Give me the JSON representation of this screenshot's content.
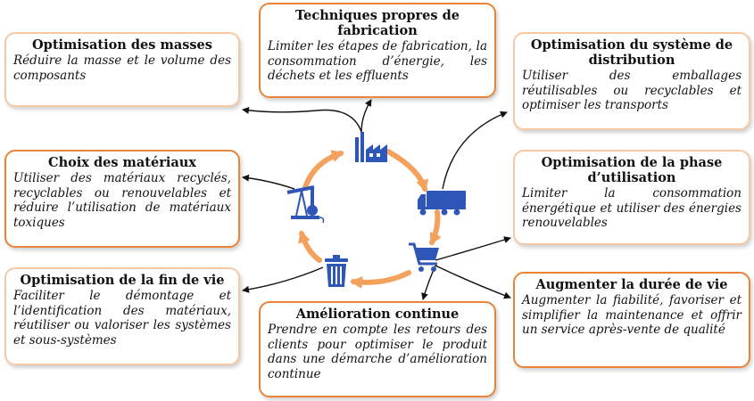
{
  "boxes": {
    "masses": {
      "title": "Optimisation des masses",
      "text": "Réduire la masse et le volume des composants"
    },
    "techniques": {
      "title": "Techniques propres de fabrication",
      "text": "Limiter les étapes de fabrication, la consommation d’énergie, les déchets et les effluents"
    },
    "distribution": {
      "title": "Optimisation du système de distribution",
      "text": "Utiliser des emballages réutilisables ou recyclables et optimiser les transports"
    },
    "materiaux": {
      "title": "Choix des matériaux",
      "text": "Utiliser des matériaux recyclés, recyclables ou renouvelables et réduire l’utilisation de matériaux toxiques"
    },
    "utilisation": {
      "title": "Optimisation de la phase d’utilisation",
      "text": "Limiter la consommation énergétique et utiliser des énergies renouvelables"
    },
    "fin_de_vie": {
      "title": "Optimisation de la fin de vie",
      "text": "Faciliter le démontage et l’identification des matériaux, réutiliser ou valoriser les systèmes et sous-systèmes"
    },
    "amelioration": {
      "title": "Amélioration continue",
      "text": "Prendre en compte les retours des clients pour optimiser le produit dans une démarche d’amélioration continue"
    },
    "duree_de_vie": {
      "title": "Augmenter la durée de vie",
      "text": "Augmenter la fiabilité, favoriser et simplifier la maintenance et offrir un service après-vente de qualité"
    }
  },
  "cycle_icons": [
    "factory-icon",
    "truck-icon",
    "shopping-cart-icon",
    "trash-can-icon",
    "oil-pump-icon"
  ],
  "colors": {
    "box_border": "#e8843a",
    "box_border_light": "#f6c9a4",
    "cycle_arrow": "#f4a15e",
    "icon_blue": "#2e56b6",
    "connector": "#111111"
  }
}
